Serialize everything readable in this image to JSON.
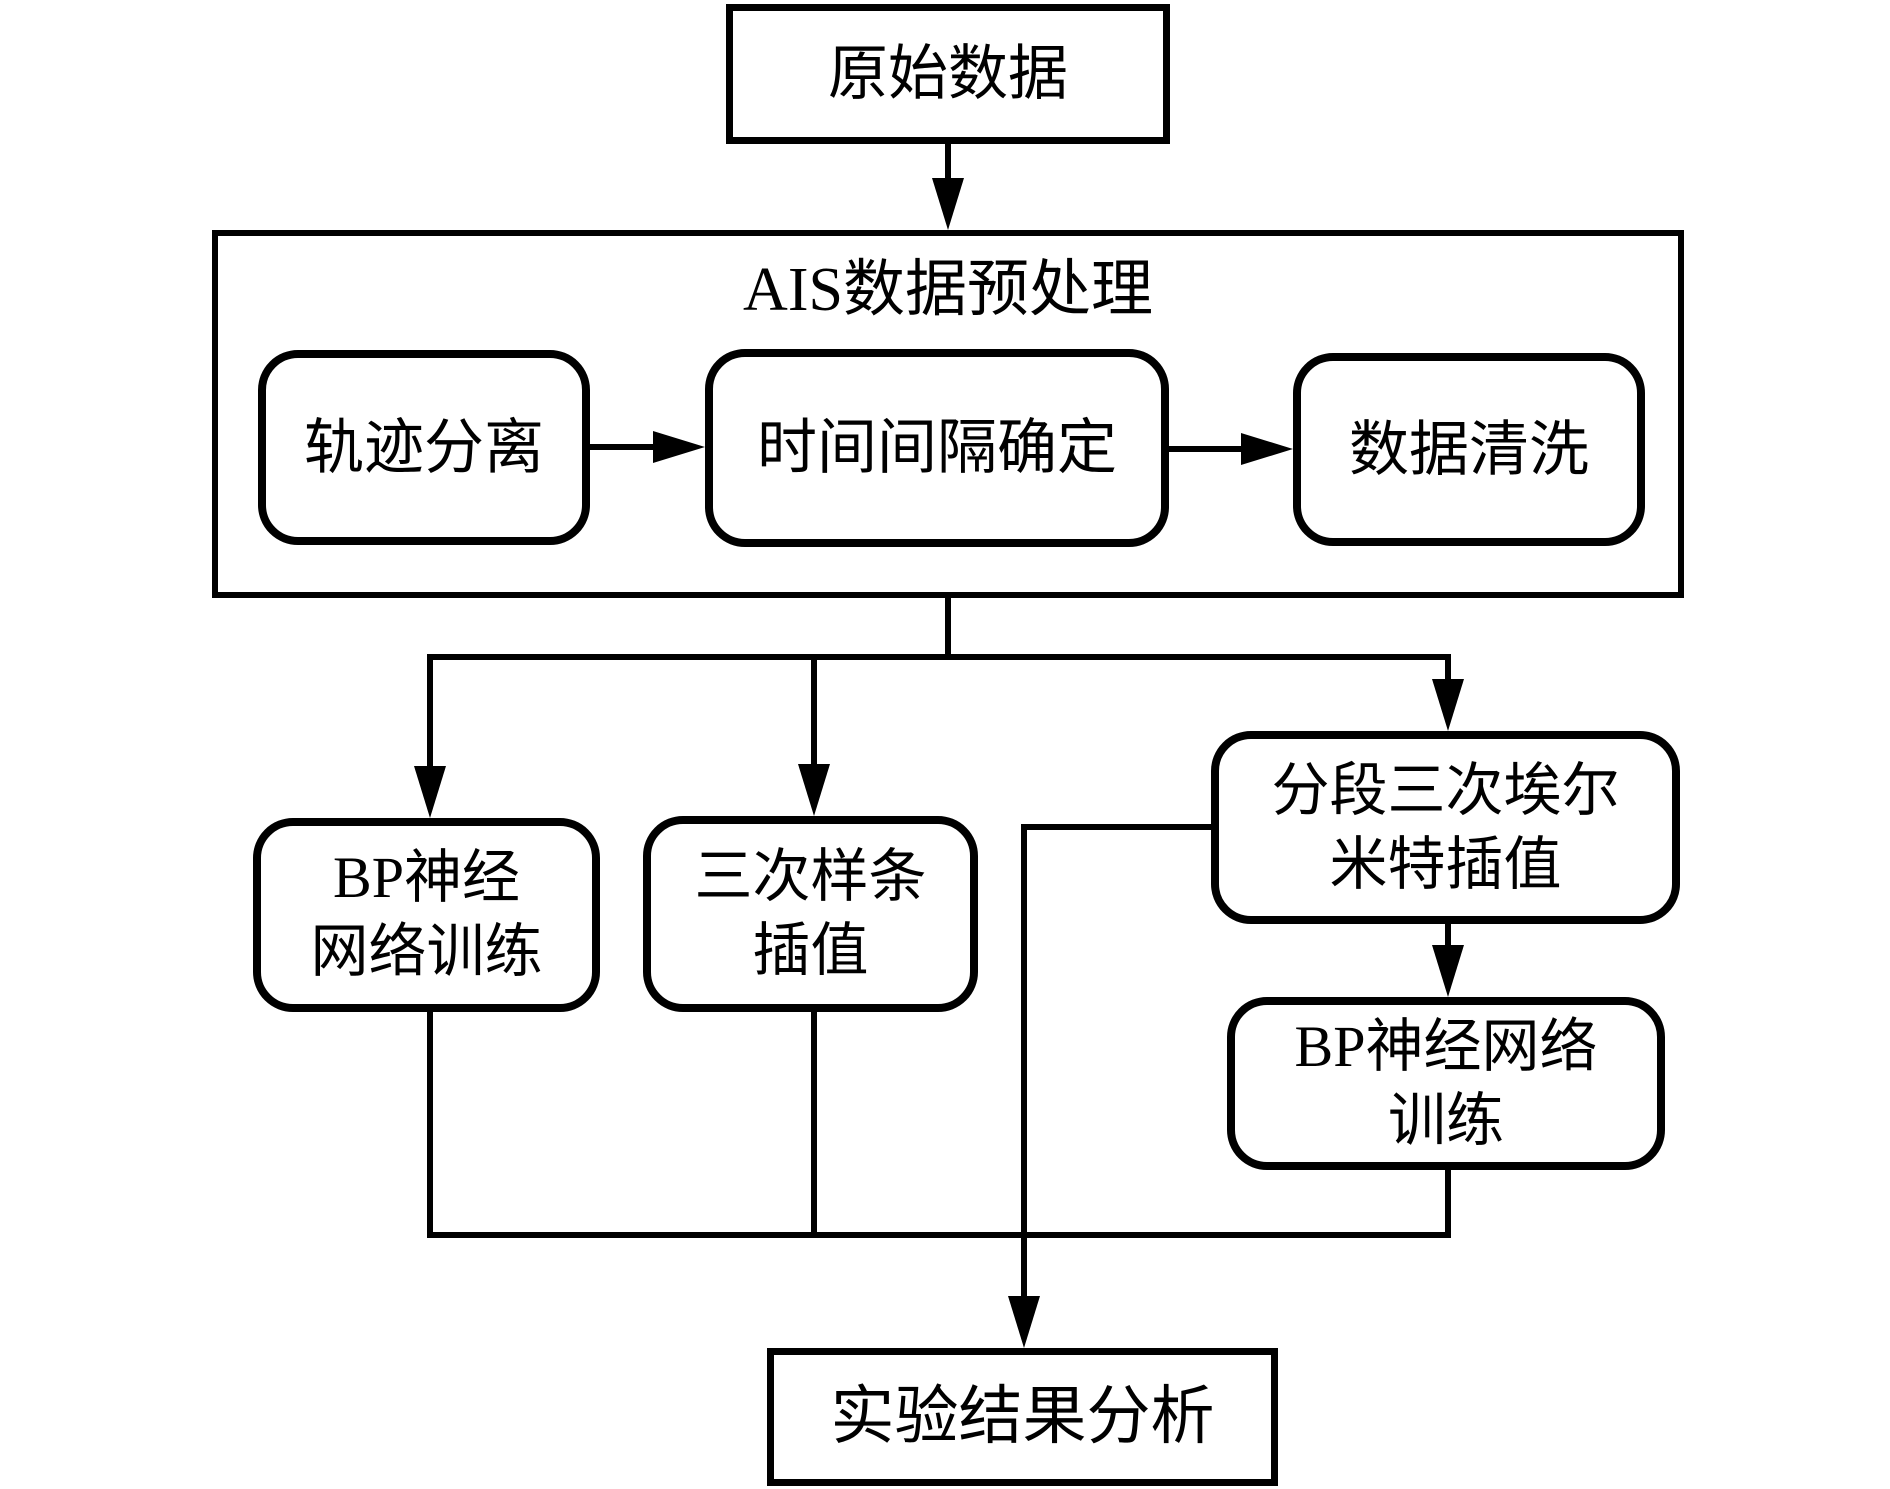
{
  "diagram": {
    "type": "flowchart",
    "colors": {
      "line": "#000000",
      "background": "#ffffff",
      "text": "#000000"
    },
    "nodes": {
      "raw_data": {
        "label": "原始数据",
        "shape": "rectangle"
      },
      "ais_preprocessing": {
        "label": "AIS数据预处理",
        "shape": "group-rectangle"
      },
      "trajectory_separation": {
        "label": "轨迹分离",
        "shape": "rounded"
      },
      "time_interval": {
        "label": "时间间隔确定",
        "shape": "rounded"
      },
      "data_cleaning": {
        "label": "数据清洗",
        "shape": "rounded"
      },
      "bp_training_left": {
        "lines": [
          "BP神经",
          "网络训练"
        ],
        "shape": "rounded"
      },
      "cubic_spline": {
        "lines": [
          "三次样条",
          "插值"
        ],
        "shape": "rounded"
      },
      "hermite": {
        "lines": [
          "分段三次埃尔",
          "米特插值"
        ],
        "shape": "rounded"
      },
      "bp_training_right": {
        "lines": [
          "BP神经网络",
          "训练"
        ],
        "shape": "rounded"
      },
      "result_analysis": {
        "label": "实验结果分析",
        "shape": "rectangle"
      }
    },
    "edges": [
      {
        "from": "原始数据",
        "to": "AIS数据预处理"
      },
      {
        "from": "轨迹分离",
        "to": "时间间隔确定"
      },
      {
        "from": "时间间隔确定",
        "to": "数据清洗"
      },
      {
        "from": "AIS数据预处理",
        "to": "BP神经网络训练(左)"
      },
      {
        "from": "AIS数据预处理",
        "to": "三次样条插值"
      },
      {
        "from": "AIS数据预处理",
        "to": "分段三次埃尔米特插值"
      },
      {
        "from": "分段三次埃尔米特插值",
        "to": "BP神经网络训练(右)"
      },
      {
        "from": "BP神经网络训练(左)",
        "to": "实验结果分析"
      },
      {
        "from": "三次样条插值",
        "to": "实验结果分析"
      },
      {
        "from": "分段三次埃尔米特插值",
        "to": "实验结果分析"
      },
      {
        "from": "BP神经网络训练(右)",
        "to": "实验结果分析"
      }
    ]
  }
}
